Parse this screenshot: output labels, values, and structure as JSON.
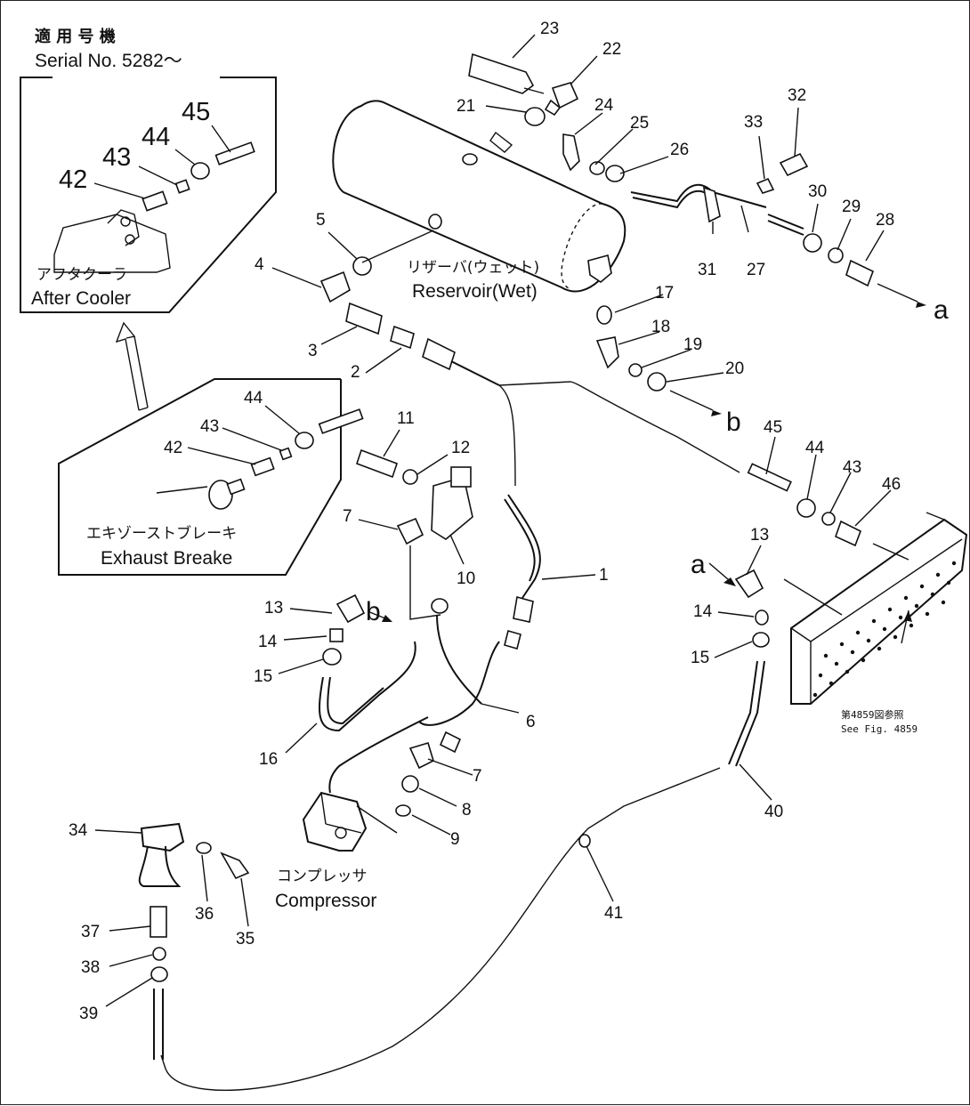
{
  "header": {
    "applicable_jp": "適 用 号 機",
    "serial": "Serial No. 5282～"
  },
  "inset_after_cooler": {
    "label_jp": "アフタクーラ",
    "label_en": "After Cooler",
    "parts": {
      "p42": "42",
      "p43": "43",
      "p44": "44",
      "p45": "45"
    }
  },
  "inset_exhaust_brake": {
    "label_jp": "エキゾーストブレーキ",
    "label_en": "Exhaust Breake",
    "parts": {
      "p42": "42",
      "p43": "43",
      "p44": "44"
    }
  },
  "reservoir": {
    "label_jp": "リザーバ(ウェット)",
    "label_en": "Reservoir(Wet)"
  },
  "compressor": {
    "label_jp": "コンプレッサ",
    "label_en": "Compressor"
  },
  "see_fig": {
    "jp": "第4859図参照",
    "en": "See Fig. 4859"
  },
  "connectors": {
    "a": "a",
    "b": "b"
  },
  "callouts": {
    "c1": "1",
    "c2": "2",
    "c3": "3",
    "c4": "4",
    "c5": "5",
    "c6": "6",
    "c7a": "7",
    "c7b": "7",
    "c8": "8",
    "c9": "9",
    "c10": "10",
    "c11": "11",
    "c12": "12",
    "c13a": "13",
    "c13b": "13",
    "c14a": "14",
    "c14b": "14",
    "c15a": "15",
    "c15b": "15",
    "c16": "16",
    "c17": "17",
    "c18": "18",
    "c19": "19",
    "c20": "20",
    "c21": "21",
    "c22": "22",
    "c23": "23",
    "c24": "24",
    "c25": "25",
    "c26": "26",
    "c27": "27",
    "c28": "28",
    "c29": "29",
    "c30": "30",
    "c31": "31",
    "c32": "32",
    "c33": "33",
    "c34": "34",
    "c35": "35",
    "c36": "36",
    "c37": "37",
    "c38": "38",
    "c39": "39",
    "c40": "40",
    "c41": "41",
    "c43": "43",
    "c44": "44",
    "c45": "45",
    "c46": "46"
  }
}
